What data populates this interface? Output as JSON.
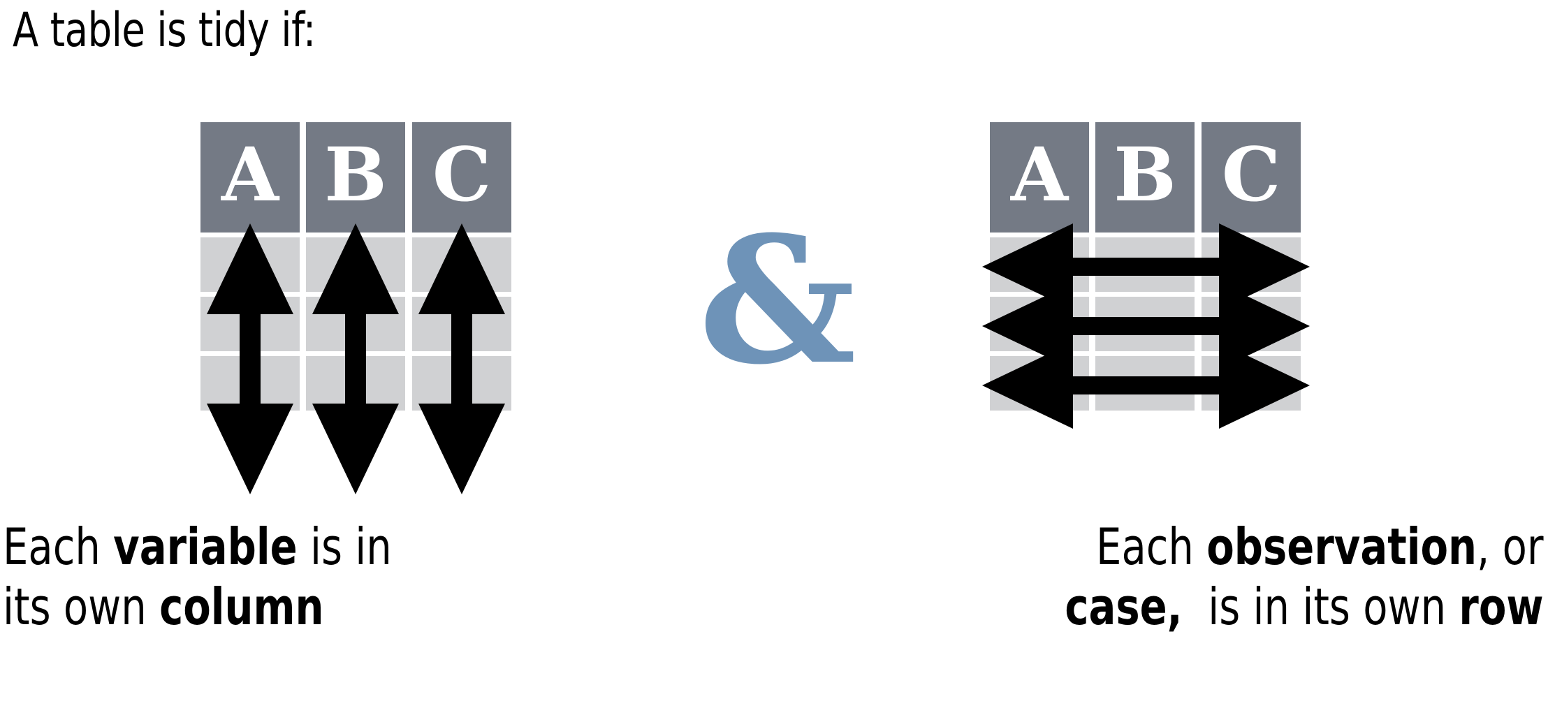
{
  "title": "A table is tidy if:",
  "conjunction": "&",
  "colors": {
    "header_fill": "#747a85",
    "cell_fill": "#d0d1d3",
    "arrow": "#000000",
    "ampersand": "#6e93b8",
    "background": "#ffffff",
    "text": "#000000"
  },
  "left_panel": {
    "table": {
      "headers": [
        "A",
        "B",
        "C"
      ],
      "rows": [
        [
          "",
          "",
          ""
        ],
        [
          "",
          "",
          ""
        ],
        [
          "",
          "",
          ""
        ]
      ],
      "arrow_direction": "vertical-double",
      "arrow_count": 3
    },
    "caption": {
      "line1": [
        {
          "text": "Each ",
          "bold": false
        },
        {
          "text": "variable",
          "bold": true
        },
        {
          "text": " is in",
          "bold": false
        }
      ],
      "line2": [
        {
          "text": "its own ",
          "bold": false
        },
        {
          "text": "column",
          "bold": true
        }
      ],
      "plain": "Each variable is in its own column"
    }
  },
  "right_panel": {
    "table": {
      "headers": [
        "A",
        "B",
        "C"
      ],
      "rows": [
        [
          "",
          "",
          ""
        ],
        [
          "",
          "",
          ""
        ],
        [
          "",
          "",
          ""
        ]
      ],
      "arrow_direction": "horizontal-double",
      "arrow_count": 3
    },
    "caption": {
      "line1": [
        {
          "text": "Each ",
          "bold": false
        },
        {
          "text": "observation",
          "bold": true
        },
        {
          "text": ", or",
          "bold": false
        }
      ],
      "line2": [
        {
          "text": "case,",
          "bold": true
        },
        {
          "text": "  is in its own ",
          "bold": false
        },
        {
          "text": "row",
          "bold": true
        }
      ],
      "plain": "Each observation, or case, is in its own row"
    }
  }
}
